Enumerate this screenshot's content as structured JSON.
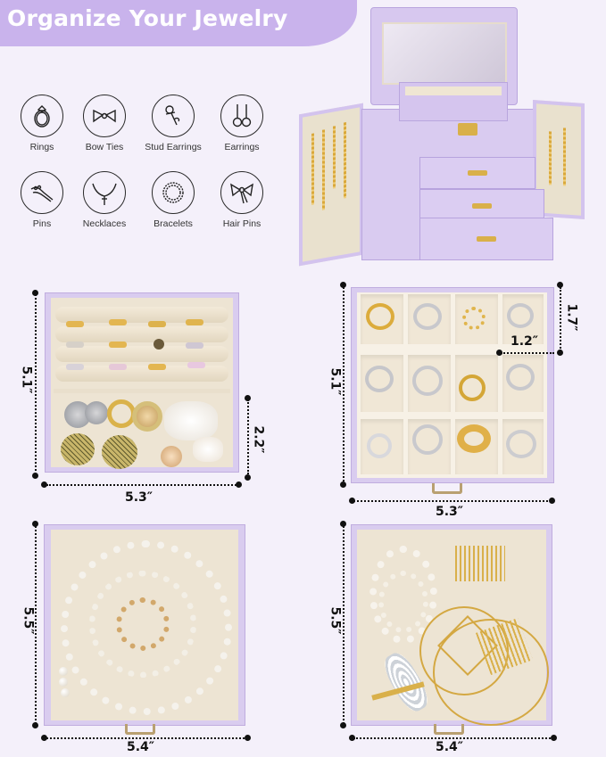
{
  "banner": {
    "title": "Organize Your Jewelry",
    "color": "#c9b3ec"
  },
  "categories": [
    {
      "label": "Rings",
      "icon": "ring-icon"
    },
    {
      "label": "Bow Ties",
      "icon": "bow-tie-icon"
    },
    {
      "label": "Stud Earrings",
      "icon": "stud-earring-icon"
    },
    {
      "label": "Earrings",
      "icon": "drop-earring-icon"
    },
    {
      "label": "Pins",
      "icon": "brooch-pin-icon"
    },
    {
      "label": "Necklaces",
      "icon": "necklace-icon"
    },
    {
      "label": "Bracelets",
      "icon": "bracelet-icon"
    },
    {
      "label": "Hair Pins",
      "icon": "hair-bow-icon"
    }
  ],
  "panels": {
    "ring_tray": {
      "height": "5.1″",
      "width": "5.3″",
      "section_height": "2.2″"
    },
    "grid_tray": {
      "height": "5.1″",
      "width": "5.3″",
      "cell_height": "1.7″",
      "cell_width": "1.2″"
    },
    "necklace_drawer": {
      "height": "5.5″",
      "width": "5.4″"
    },
    "earring_drawer": {
      "height": "5.5″",
      "width": "5.4″"
    }
  },
  "colors": {
    "box_lavender": "#d9ccef",
    "velvet_beige": "#ede4d3",
    "gold": "#d9b04a",
    "background": "#f4f0fa"
  }
}
